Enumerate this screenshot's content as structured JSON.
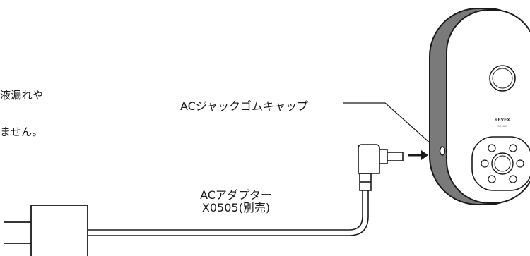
{
  "side_text": {
    "line1": "液漏れや",
    "line2": "ません。"
  },
  "callout": {
    "jack_cap_label": "ACジャックゴムキャップ"
  },
  "adapter": {
    "name": "ACアダプター",
    "model": "X0505(別売)"
  },
  "device": {
    "brand": "REVEX",
    "model": "SD1500"
  },
  "icons": [
    "arrow-right-icon",
    "plug-prongs-icon"
  ],
  "colors": {
    "line": "#1a1a1a",
    "housing_shadow": "#7a7a7a",
    "fill": "#ffffff"
  }
}
